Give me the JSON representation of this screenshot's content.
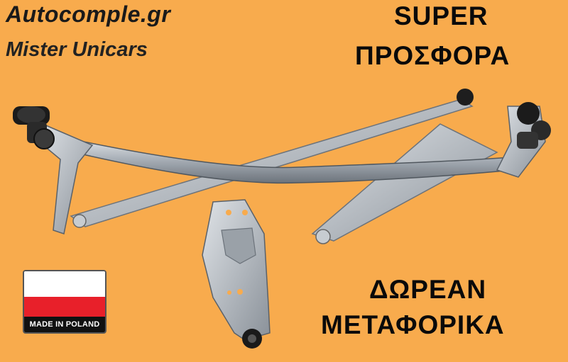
{
  "brand": {
    "title": "Autocomple.gr",
    "subtitle": "Mister Unicars"
  },
  "promo": {
    "line1": "SUPER",
    "line2": "ΠΡΟΣΦΟΡΑ"
  },
  "shipping": {
    "line1": "ΔΩΡΕΑΝ",
    "line2": "ΜΕΤΑΦΟΡΙΚΑ"
  },
  "badge": {
    "label": "MADE IN POLAND",
    "colors": {
      "top": "#ffffff",
      "bottom": "#e8202a",
      "band": "#111111"
    }
  },
  "product": {
    "icon": "wiper-linkage-image"
  },
  "colors": {
    "background": "#f8ab4d",
    "text": "#0a0a0a"
  }
}
